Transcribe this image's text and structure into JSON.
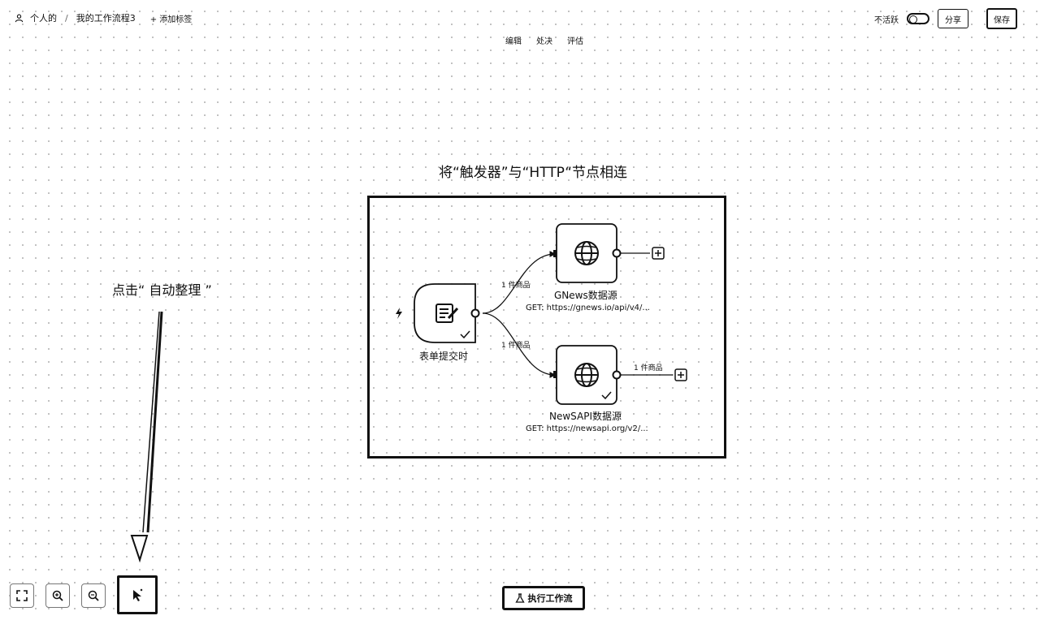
{
  "header": {
    "workspace": "个人的",
    "separator": "/",
    "workflow_name": "我的工作流程3",
    "add_tag": "+ 添加标签",
    "inactive_label": "不活跃",
    "share_label": "分享",
    "save_label": "保存"
  },
  "tabs": [
    {
      "label": "编辑"
    },
    {
      "label": "处决"
    },
    {
      "label": "评估"
    }
  ],
  "annotations": {
    "title": "将“触发器”与“HTTP“节点相连",
    "click_hint": "点击“ 自动整理 ”"
  },
  "nodes": {
    "trigger": {
      "label": "表单提交时"
    },
    "gnews": {
      "label": "GNews数据源",
      "sub": "GET: https://gnews.io/api/v4/..."
    },
    "newsapi": {
      "label": "NewSAPI数据源",
      "sub": "GET: https://newsapi.org/v2/..."
    }
  },
  "edges": {
    "to_gnews": "1 件商品",
    "to_newsapi": "1 件商品",
    "newsapi_out": "1 件商品"
  },
  "footer": {
    "run_label": "执行工作流"
  },
  "icons": [
    "user-icon",
    "toggle",
    "globe-icon",
    "form-icon",
    "lightning-icon",
    "plus-icon",
    "check-icon",
    "fit-view-icon",
    "zoom-in-icon",
    "zoom-out-icon",
    "tidy-up-icon",
    "flask-icon",
    "arrow-annotation"
  ]
}
